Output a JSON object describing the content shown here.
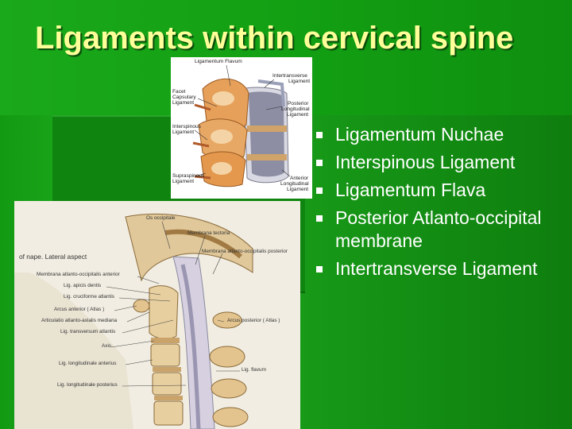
{
  "slide": {
    "title": "Ligaments within cervical spine",
    "colors": {
      "title": "#ffff99",
      "text": "#ffffff",
      "background": "#169516"
    }
  },
  "figure_top": {
    "labels": {
      "ligamentum_flavum": "Ligamentum Flavum",
      "intertransverse_1": "Intertransverse",
      "intertransverse_2": "Ligament",
      "facet_1": "Facet",
      "facet_2": "Capsulary",
      "facet_3": "Ligament",
      "posterior_1": "Posterior",
      "posterior_2": "Longitudinal",
      "posterior_3": "Ligament",
      "interspinous_1": "Interspinous",
      "interspinous_2": "Ligament",
      "supraspinous_1": "Supraspinous",
      "supraspinous_2": "Ligament",
      "anterior_1": "Anterior",
      "anterior_2": "Longitudinal",
      "anterior_3": "Ligament"
    }
  },
  "figure_bottom": {
    "labels": {
      "os_occipitale": "Os occipitale",
      "membrana_tectoria": "Membrana tectoria",
      "membrana_aop": "Membrana atlanto-occipitalis posterior",
      "nape_aspect": "of nape. Lateral aspect",
      "membrana_aoa": "Membrana atlanto-occipitalis anterior",
      "lig_apicis": "Lig. apicis dentis",
      "lig_cruciforme": "Lig. cruciforme atlantis",
      "arcus_anterior": "Arcus anterior ( Atlas )",
      "articulatio": "Articulatio atlanto-axialis mediana",
      "lig_transversum": "Lig. transversum atlantis",
      "arcus_posterior": "Arcus posterior ( Atlas )",
      "axis": "Axis",
      "lig_long_anterius": "Lig. longitudinale anterius",
      "lig_flavum": "Lig. flavum",
      "lig_long_posterius": "Lig. longitudinale posterius"
    }
  },
  "bullets": [
    "Ligamentum Nuchae",
    "Interspinous Ligament",
    "Ligamentum Flava",
    "Posterior Atlanto-occipital membrane",
    "Intertransverse Ligament"
  ]
}
